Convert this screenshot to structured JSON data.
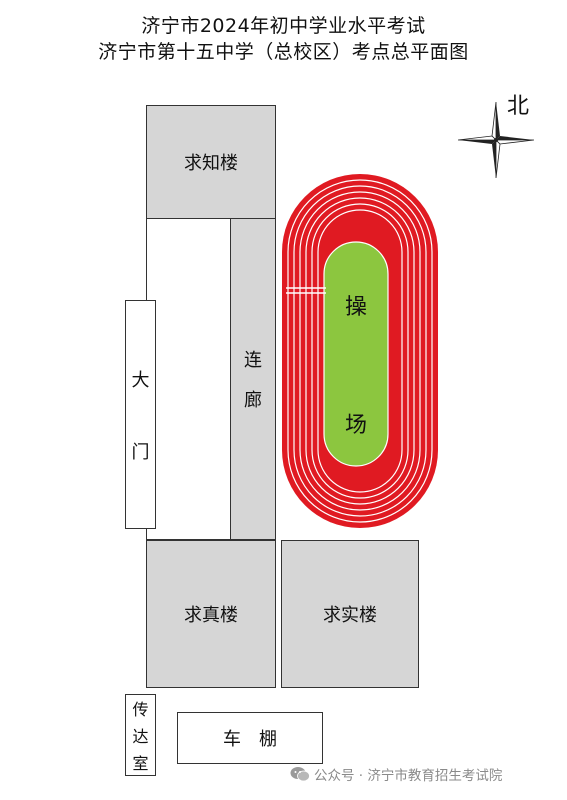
{
  "title": {
    "line1": "济宁市2024年初中学业水平考试",
    "line2": "济宁市第十五中学（总校区）考点总平面图"
  },
  "compass": {
    "north_label": "北",
    "icon": "compass-rose-icon"
  },
  "buildings": {
    "qiuzhi": "求知楼",
    "lianlang": [
      "连",
      "廊"
    ],
    "damen": [
      "大",
      "门"
    ],
    "qiuzhen": "求真楼",
    "qiushi": "求实楼",
    "chuandashi": [
      "传",
      "达",
      "室"
    ],
    "chepeng": "车　棚"
  },
  "field": {
    "chars": [
      "操",
      "场"
    ],
    "colors": {
      "track": "#e01a22",
      "lane_line": "#ffffff",
      "grass": "#8cc63f"
    }
  },
  "colors": {
    "building_fill": "#d6d6d6",
    "outline": "#333333"
  },
  "watermark": {
    "icon": "wechat-icon",
    "text": "公众号 · 济宁市教育招生考试院"
  }
}
